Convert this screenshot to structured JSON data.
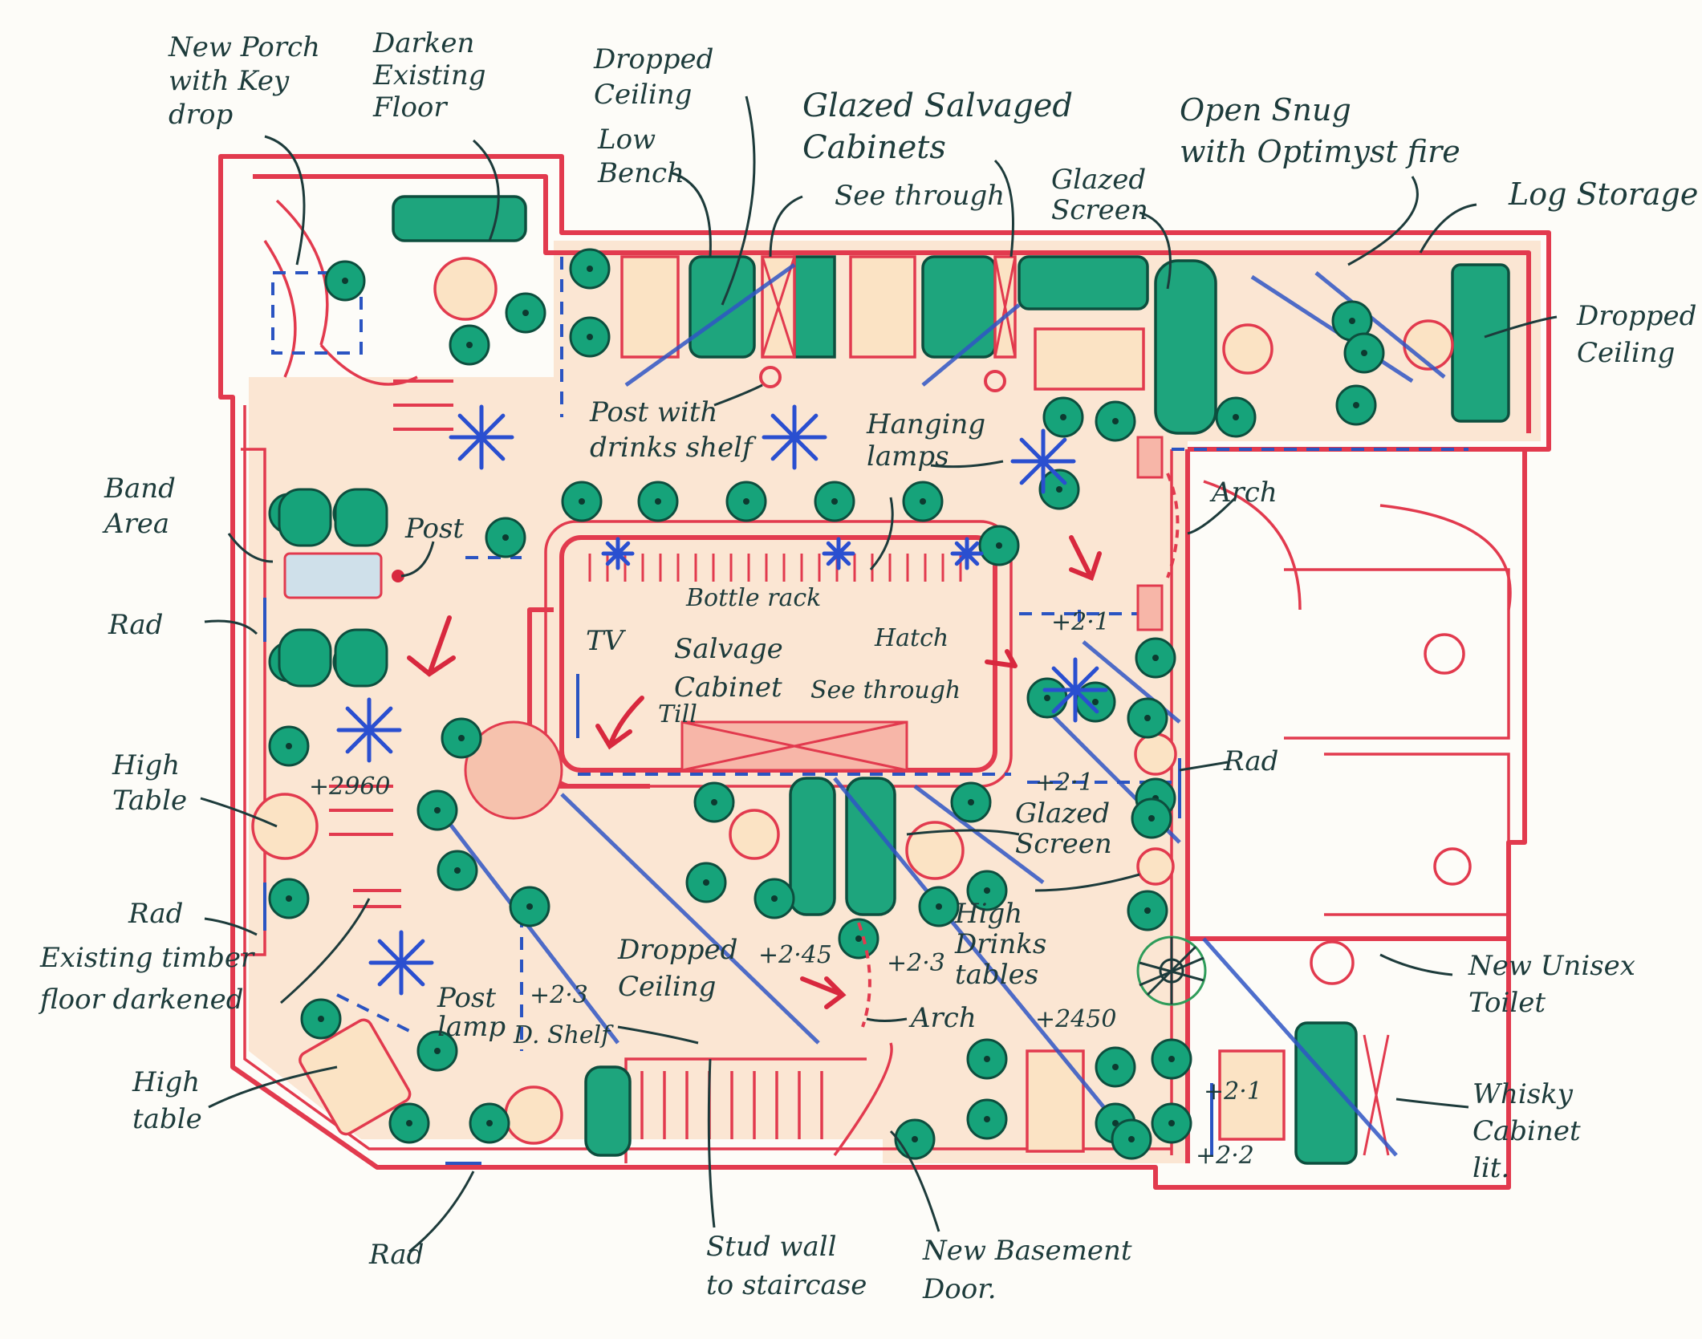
{
  "labels": {
    "new_porch": [
      "New Porch",
      "with Key",
      "drop"
    ],
    "darken_floor": [
      "Darken",
      "Existing",
      "Floor"
    ],
    "dropped_ceiling_top": [
      "Dropped",
      "Ceiling"
    ],
    "low_bench": [
      "Low",
      "Bench"
    ],
    "glazed_cabinets": [
      "Glazed Salvaged",
      "Cabinets"
    ],
    "see_through_top": "See through",
    "glazed_screen_top": [
      "Glazed",
      "Screen"
    ],
    "open_snug": [
      "Open Snug",
      "with Optimyst fire"
    ],
    "log_storage": "Log Storage",
    "dropped_ceiling_right": [
      "Dropped",
      "Ceiling"
    ],
    "post_drinks_shelf": [
      "Post with",
      "drinks shelf"
    ],
    "hanging_lamps": [
      "Hanging",
      "lamps"
    ],
    "arch_right": "Arch",
    "band_area": [
      "Band",
      "Area"
    ],
    "post_left": "Post",
    "rad_left_top": "Rad",
    "bottle_rack": "Bottle rack",
    "tv": "TV",
    "salvage_cabinet": [
      "Salvage",
      "Cabinet"
    ],
    "see_through_mid": "See through",
    "hatch": "Hatch",
    "till": "Till",
    "level_21_top": "+2·1",
    "rad_right": "Rad",
    "high_table_left": [
      "High",
      "Table"
    ],
    "level_2960": "+2960",
    "level_21_mid": "+2·1",
    "glazed_screen_mid": [
      "Glazed",
      "Screen"
    ],
    "rad_left_mid": "Rad",
    "existing_timber": [
      "Existing timber",
      "floor darkened"
    ],
    "dropped_ceiling_bottom": [
      "Dropped",
      "Ceiling"
    ],
    "level_245": "+2·45",
    "level_23_mid": "+2·3",
    "high_drinks_tables": [
      "High",
      "Drinks",
      "tables"
    ],
    "post_lamp": [
      "Post",
      "lamp"
    ],
    "level_23_left": "+2·3",
    "d_shelf": "D. Shelf",
    "arch_bottom": "Arch",
    "level_2450": "+2450",
    "new_unisex_toilet": [
      "New Unisex",
      "Toilet"
    ],
    "high_table_bottom": [
      "High",
      "table"
    ],
    "level_21_bottom": "+2·1",
    "level_22": "+2·2",
    "whisky_cabinet": [
      "Whisky",
      "Cabinet",
      "lit."
    ],
    "rad_bottom": "Rad",
    "stud_wall": [
      "Stud wall",
      "to staircase"
    ],
    "new_basement_door": [
      "New Basement",
      "Door."
    ]
  },
  "colors": {
    "wall": "#e23a4e",
    "seat": "#16a37a",
    "lamp": "#2a4fd0",
    "ink": "#1d3b3b"
  },
  "icons": [
    "lamp-star-icon",
    "fire-icon",
    "arrow-icon"
  ]
}
